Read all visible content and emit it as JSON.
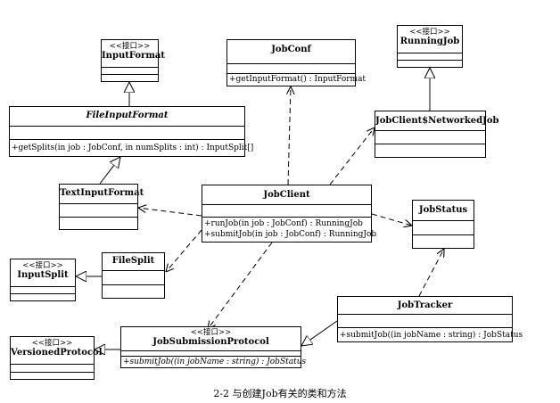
{
  "stereotype": "<<接口>>",
  "classes": {
    "input_format": {
      "name": "InputFormat"
    },
    "file_input_format": {
      "name": "FileInputFormat",
      "ops": [
        "+getSplits(in job : JobConf, in numSplits : int) : InputSplit[]"
      ]
    },
    "text_input_format": {
      "name": "TextInputFormat"
    },
    "job_conf": {
      "name": "JobConf",
      "ops": [
        "+getInputFormat() : InputFormat"
      ]
    },
    "running_job": {
      "name": "RunningJob"
    },
    "networked_job": {
      "name": "JobClient$NetworkedJob"
    },
    "job_client": {
      "name": "JobClient",
      "ops": [
        "+runJob(in job : JobConf) : RunningJob",
        "+submitJob(in job : JobConf) : RunningJob"
      ]
    },
    "job_status": {
      "name": "JobStatus"
    },
    "file_split": {
      "name": "FileSplit"
    },
    "input_split": {
      "name": "InputSplit"
    },
    "job_tracker": {
      "name": "JobTracker",
      "ops": [
        "+submitJob((in jobName : string) : JobStatus"
      ]
    },
    "job_submission_protocol": {
      "name": "JobSubmissionProtocol",
      "ops": [
        "+submitJob((in jobName : string) : JobStatus"
      ]
    },
    "versioned_protocol": {
      "name": "VersionedProtocol"
    }
  },
  "caption": "2-2 与创建Job有关的类和方法"
}
